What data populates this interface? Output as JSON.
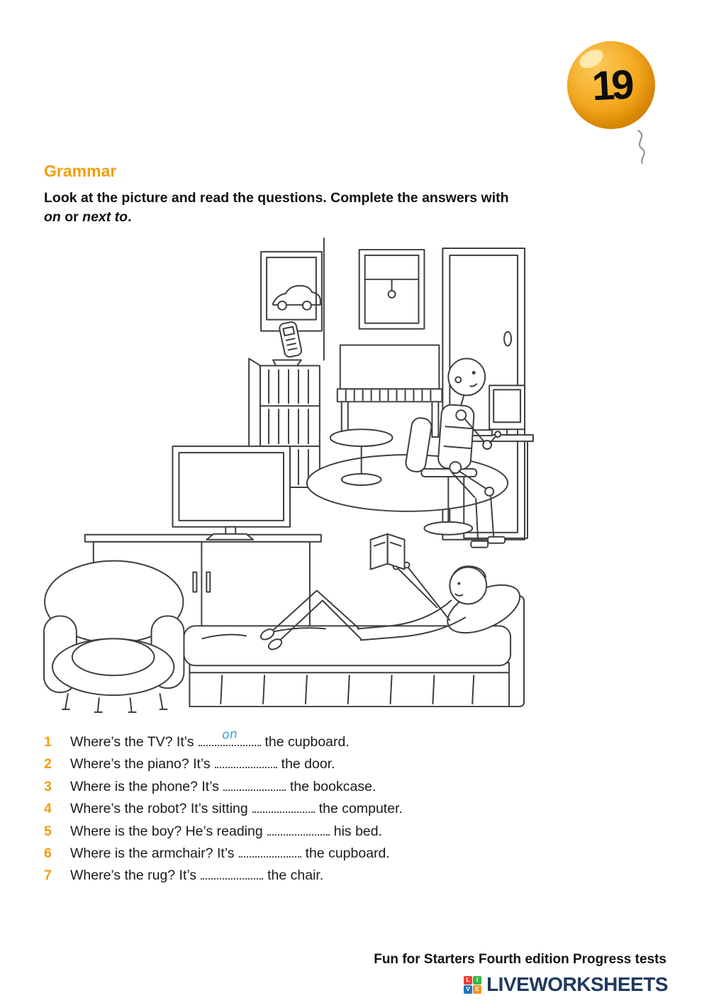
{
  "theme": {
    "accent": "#f09f0a",
    "answer_color": "#35a3dc",
    "logo_navy": "#1f3a5f"
  },
  "page": {
    "badge_number": "19",
    "section_title": "Grammar"
  },
  "instructions": {
    "line1": "Look at the picture and read the questions. Complete the answers with",
    "word_on": "on",
    "or_text": " or ",
    "word_next_to": "next to",
    "period": "."
  },
  "questions": [
    {
      "num": "1",
      "before": "Where’s the TV?  It’s",
      "answer": "on",
      "after": "the cupboard."
    },
    {
      "num": "2",
      "before": "Where’s the piano? It’s",
      "answer": "",
      "after": "the door."
    },
    {
      "num": "3",
      "before": "Where is the phone? It’s",
      "answer": "",
      "after": "the bookcase."
    },
    {
      "num": "4",
      "before": "Where’s the robot? It’s sitting",
      "answer": "",
      "after": "the computer."
    },
    {
      "num": "5",
      "before": "Where is the boy? He’s reading",
      "answer": "",
      "after": "his bed."
    },
    {
      "num": "6",
      "before": "Where is the armchair? It’s",
      "answer": "",
      "after": "the cupboard."
    },
    {
      "num": "7",
      "before": "Where’s the rug? It’s",
      "answer": "",
      "after": "the chair."
    }
  ],
  "footer": {
    "credit": "Fun for Starters Fourth edition Progress tests",
    "logo_text": "LIVEWORKSHEETS",
    "logo_squares": [
      {
        "letter": "L",
        "color": "#ef4136"
      },
      {
        "letter": "I",
        "color": "#39b54a"
      },
      {
        "letter": "V",
        "color": "#1c75bc"
      },
      {
        "letter": "E",
        "color": "#f7941d"
      }
    ]
  }
}
